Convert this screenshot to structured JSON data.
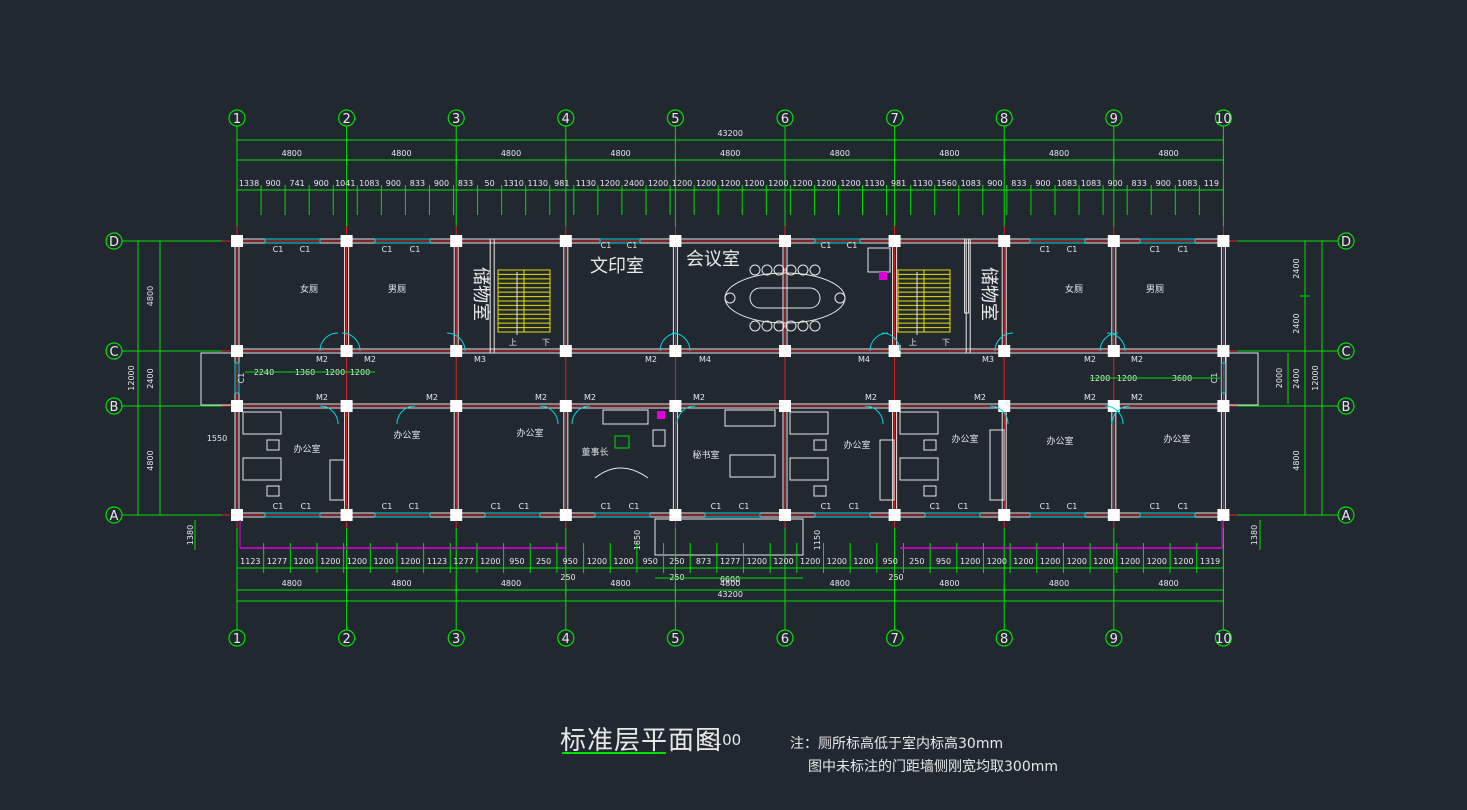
{
  "drawing": {
    "title": "标准层平面图",
    "scale": "1:100",
    "note_line1": "注：厕所标高低于室内标高30mm",
    "note_line2": "图中未标注的门距墙侧刚宽均取300mm"
  },
  "axes": {
    "columns": [
      "1",
      "2",
      "3",
      "4",
      "5",
      "6",
      "7",
      "8",
      "9",
      "10"
    ],
    "rows": [
      "D",
      "C",
      "B",
      "A"
    ]
  },
  "dimensions": {
    "total": "43200",
    "bays": [
      "4800",
      "4800",
      "4800",
      "4800",
      "4800",
      "4800",
      "4800",
      "4800",
      "4800"
    ],
    "top_detail": [
      "1338",
      "900",
      "741",
      "900",
      "1041",
      "1083",
      "900",
      "833",
      "900",
      "833",
      "50",
      "1310",
      "1130",
      "981",
      "1130",
      "1200",
      "2400",
      "1200",
      "1200",
      "1200",
      "1200",
      "1200",
      "1200",
      "1200",
      "1200",
      "1200",
      "1130",
      "981",
      "1130",
      "1560",
      "1083",
      "900",
      "833",
      "900",
      "1083",
      "1083",
      "900",
      "833",
      "900",
      "1083",
      "119"
    ],
    "bottom_detail": [
      "1123",
      "1277",
      "1200",
      "1200",
      "1200",
      "1200",
      "1200",
      "1123",
      "1277",
      "1200",
      "950",
      "250",
      "950",
      "1200",
      "1200",
      "950",
      "250",
      "873",
      "1277",
      "1200",
      "1200",
      "1200",
      "1200",
      "1200",
      "950",
      "250",
      "950",
      "1200",
      "1200",
      "1200",
      "1200",
      "1200",
      "1200",
      "1200",
      "1200",
      "1200",
      "1319"
    ],
    "bottom_extra": [
      "250",
      "250",
      "6600",
      "250"
    ],
    "left_total": "12000",
    "left_parts": [
      "4800",
      "2400",
      "4800"
    ],
    "right_total": "12000",
    "right_parts": [
      "2400",
      "2400",
      "2400",
      "4800"
    ],
    "side_small": [
      "1380",
      "1380",
      "1550",
      "2000",
      "1850",
      "1150"
    ],
    "corridor_dims": [
      "2240",
      "1360",
      "1200",
      "1200",
      "1200",
      "1200",
      "3600"
    ]
  },
  "rooms": {
    "womens_wc": "女厕",
    "mens_wc": "男厕",
    "storage": "储物室",
    "print_room": "文印室",
    "meeting_room": "会议室",
    "office": "办公室",
    "chairman": "董事长",
    "secretary": "秘书室"
  },
  "labels": {
    "window": "C1",
    "door_m2": "M2",
    "door_m3": "M3",
    "door_m4": "M4",
    "up": "上",
    "down": "下"
  },
  "colors": {
    "background": "#212830",
    "wall": "#e8e8e8",
    "dimension": "#00e000",
    "axis_line": "#e02020",
    "window": "#00d8e0",
    "stair": "#e8e000",
    "balcony": "#e000e0"
  }
}
